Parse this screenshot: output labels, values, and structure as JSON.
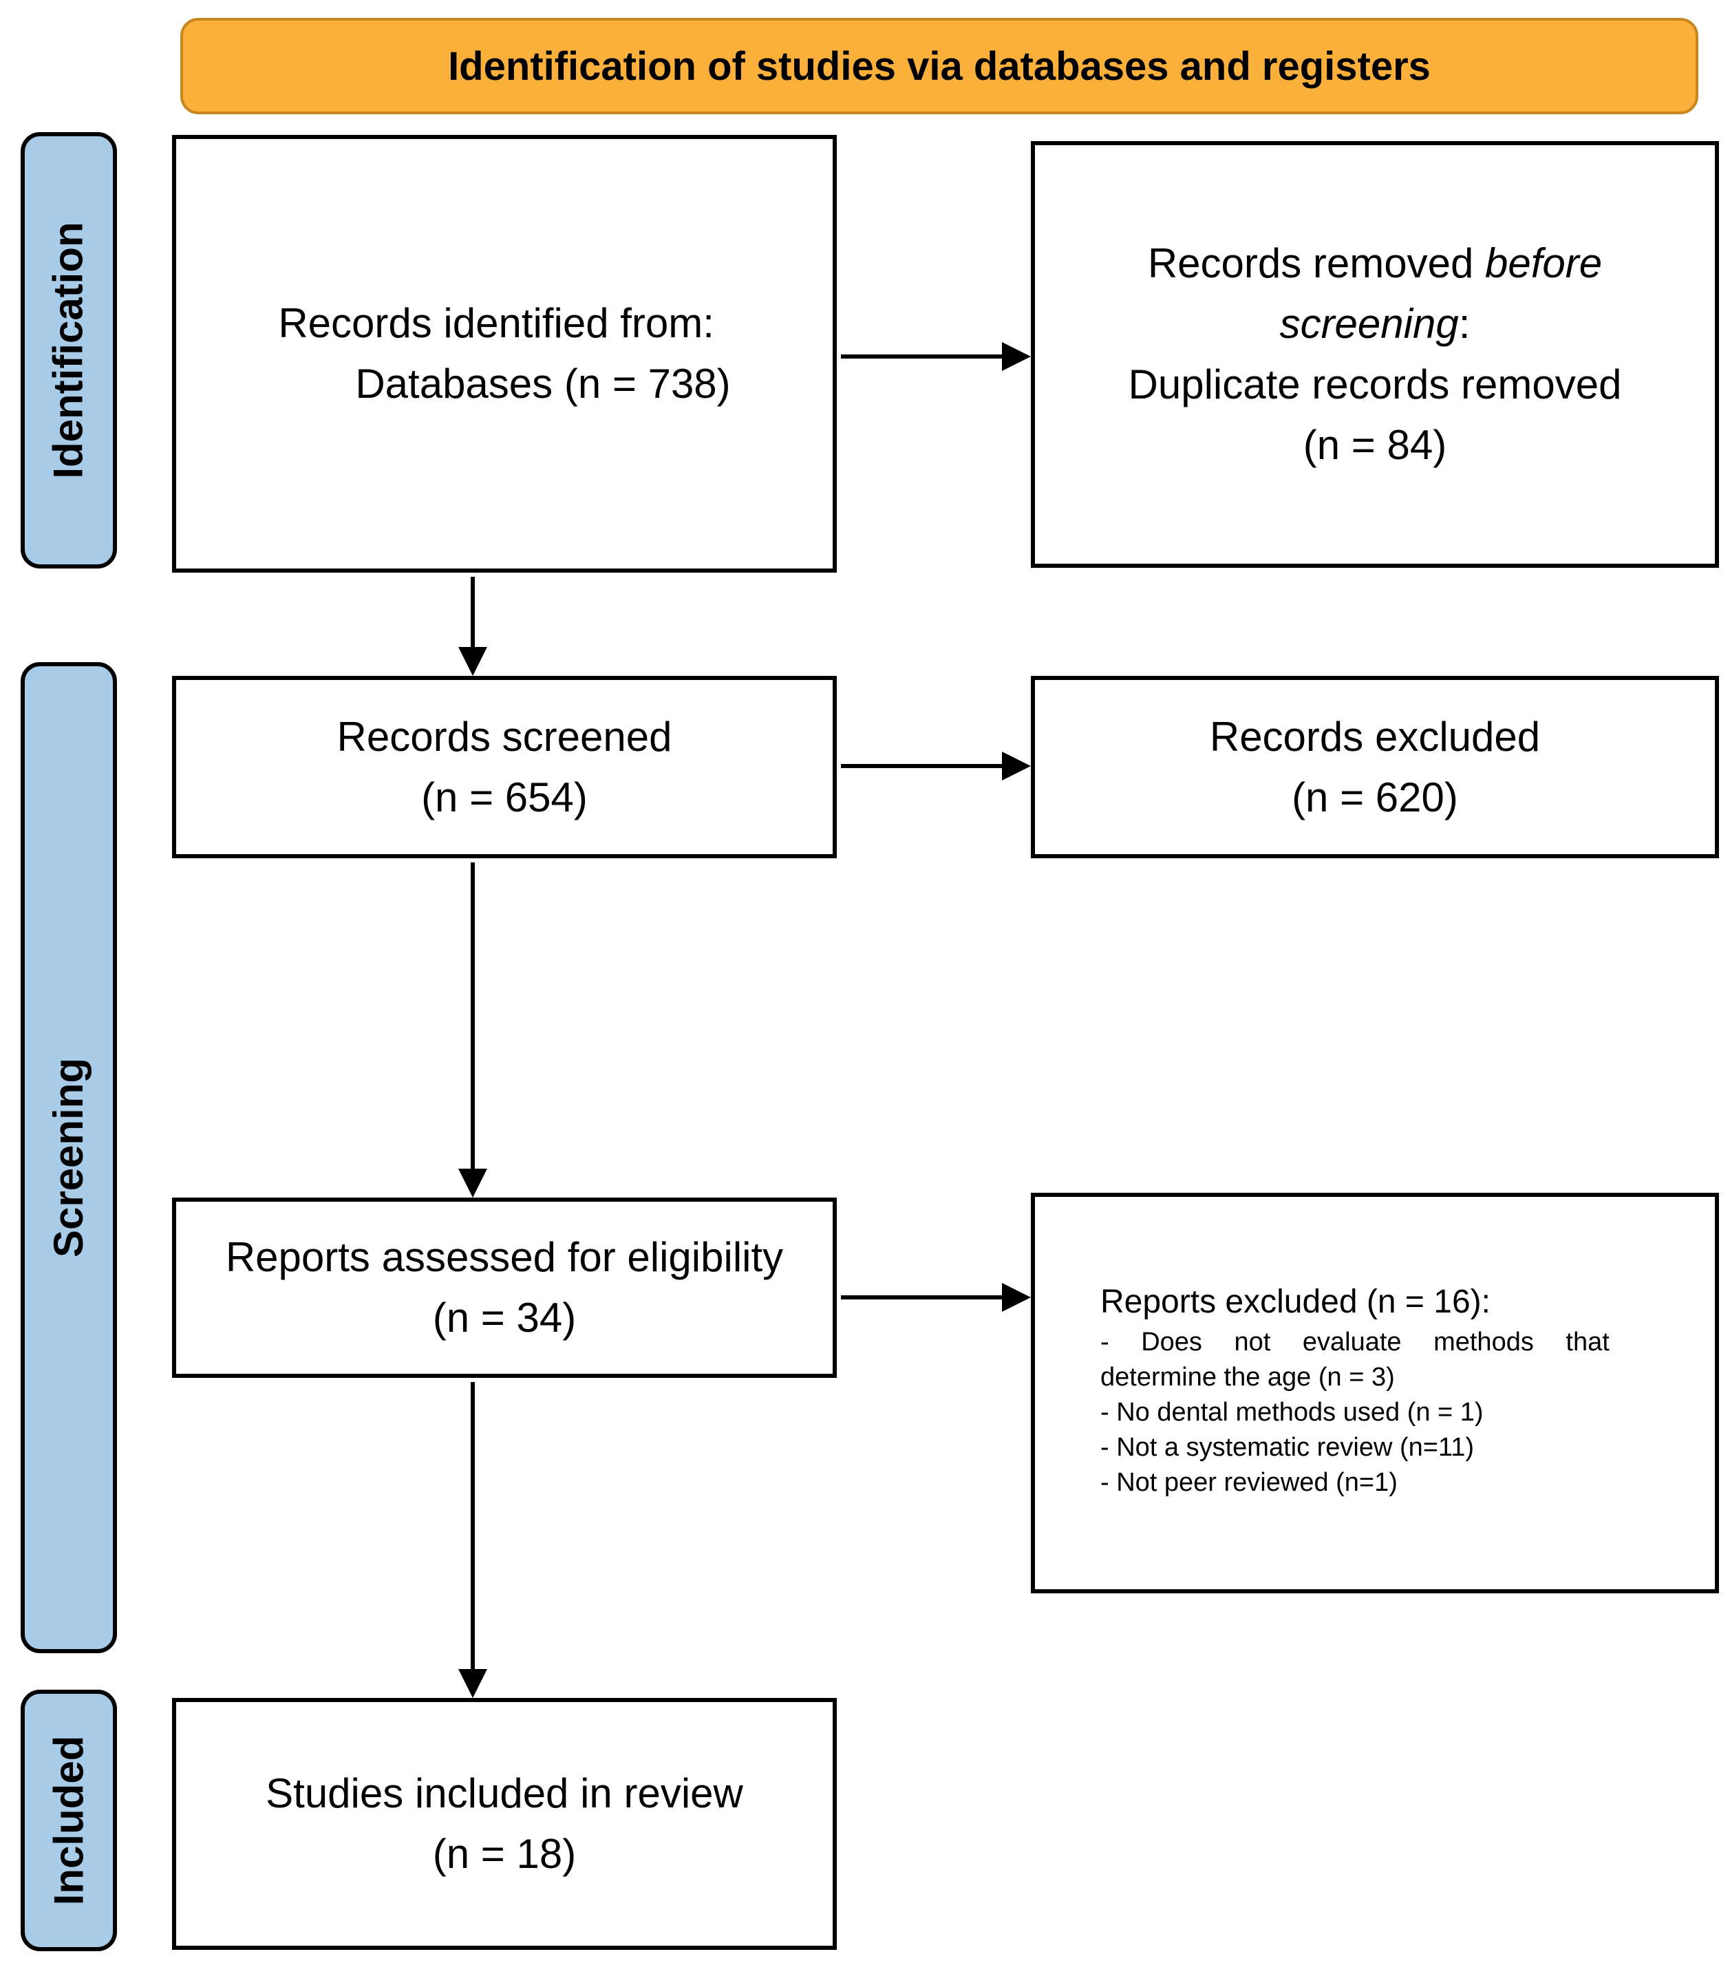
{
  "banner": {
    "title": "Identification of studies via databases and registers"
  },
  "stages": {
    "identification": "Identification",
    "screening": "Screening",
    "included": "Included"
  },
  "boxes": {
    "records_identified": {
      "line1": "Records identified from:",
      "line2": "Databases (n = 738)"
    },
    "records_removed": {
      "line1_regular": "Records removed ",
      "line1_italic": "before",
      "line2_italic": "screening",
      "line2_colon": ":",
      "line3": "Duplicate records removed",
      "line4": "(n = 84)"
    },
    "records_screened": {
      "line1": "Records screened",
      "line2": "(n = 654)"
    },
    "records_excluded": {
      "line1": "Records excluded",
      "line2": "(n = 620)"
    },
    "reports_assessed": {
      "line1": "Reports assessed for eligibility",
      "line2": "(n = 34)"
    },
    "reports_excluded": {
      "heading": "Reports excluded (n = 16):",
      "reasons": [
        {
          "text": "- Does not evaluate methods that"
        },
        {
          "text": "determine the age (n = 3)"
        },
        {
          "text": "- No dental methods used (n = 1)"
        },
        {
          "text": "- Not a systematic review (n=11)"
        },
        {
          "text": "- Not peer reviewed (n=1)"
        }
      ]
    },
    "studies_included": {
      "line1": "Studies included in review",
      "line2": "(n = 18)"
    }
  },
  "colors": {
    "banner_fill": "#FBB03C",
    "banner_border": "#C8871E",
    "stage_fill": "#A8CBE8",
    "box_border": "#000000",
    "text": "#000000"
  }
}
